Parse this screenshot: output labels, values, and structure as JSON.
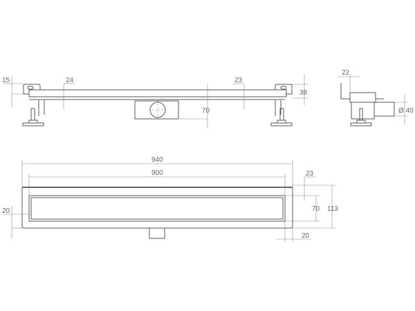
{
  "drawing": {
    "side_view": {
      "dimensions": {
        "flange_height": "15",
        "left_offset": "24",
        "right_offset": "23",
        "outlet_depth": "70",
        "total_height": "38"
      }
    },
    "end_view": {
      "dimensions": {
        "flange_width": "22",
        "outlet_diameter": "Ø 40"
      }
    },
    "plan_view": {
      "dimensions": {
        "overall_length": "940",
        "grate_length": "900",
        "top_margin": "23",
        "grate_width": "70",
        "overall_width": "113",
        "right_margin": "20",
        "bottom_margin": "20"
      }
    }
  }
}
